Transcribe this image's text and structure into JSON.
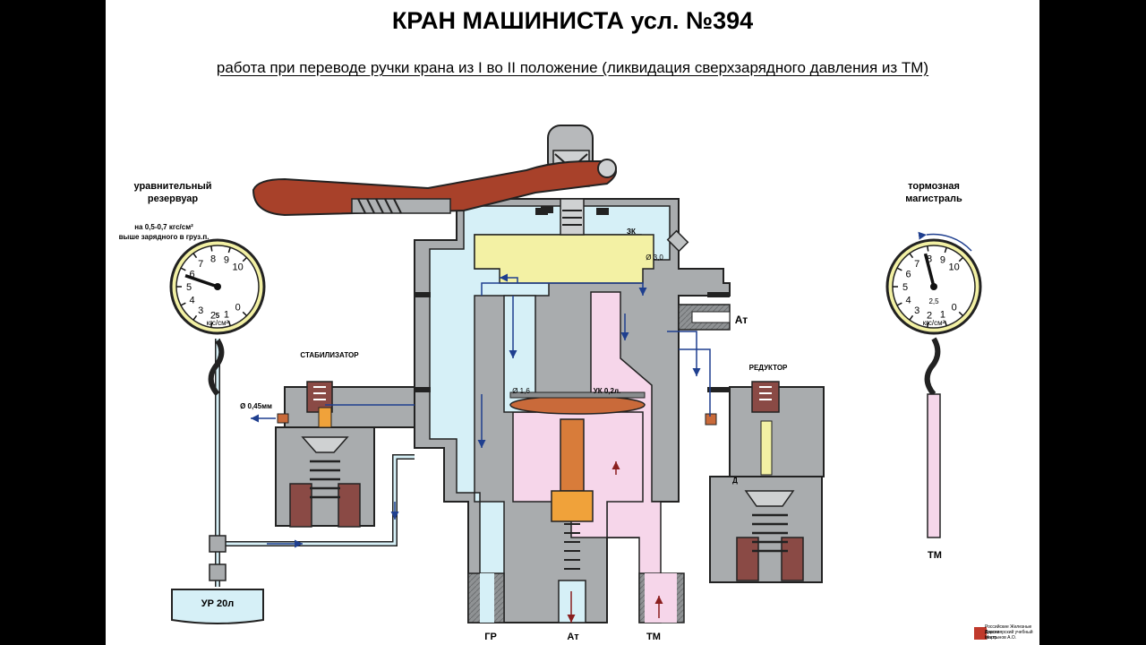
{
  "title": "КРАН МАШИНИСТА усл. №394",
  "subtitle": "работа при переводе ручки крана из I во II положение (ликвидация сверхзарядного давления из ТМ)",
  "left_gauge": {
    "title_line1": "уравнительный",
    "title_line2": "резервуар",
    "note_line1": "на 0,5-0,7 кгс/см²",
    "note_line2": "выше зарядного в груз.п.",
    "unit": "кгс/см²",
    "ticks": [
      "0",
      "1",
      "2",
      "3",
      "4",
      "5",
      "6",
      "7",
      "8",
      "9",
      "10"
    ],
    "mark": "5",
    "reading": 5.7
  },
  "right_gauge": {
    "title_line1": "тормозная",
    "title_line2": "магистраль",
    "unit": "кгс/см²",
    "ticks": [
      "0",
      "1",
      "2",
      "3",
      "4",
      "5",
      "6",
      "7",
      "8",
      "9",
      "10"
    ],
    "mark": "2,5",
    "reading": 7.8
  },
  "labels": {
    "stabilizer": "СТАБИЛИЗАТОР",
    "reducer": "РЕДУКТОР",
    "hole_045": "Ø 0,45мм",
    "zk": "ЗК",
    "d30": "Ø 3,0",
    "d16": "Ø 1,6",
    "uk": "УК 0,2л.",
    "at_right": "Ат",
    "d_label": "Д",
    "reservoir": "УР 20л",
    "tm_right": "ТМ",
    "gr": "ГР",
    "at_bottom": "Ат",
    "tm_bottom": "ТМ",
    "logo_line1": "Российские Железные Дороги",
    "logo_line2": "Красноярский учебный центр",
    "logo_line3": "Мартынов А.О.",
    "logo_mark": "РЖД"
  },
  "colors": {
    "blue_air": "#d6f0f7",
    "yellow_air": "#f3f1a4",
    "pink_air": "#f6d6ea",
    "body_gray": "#a9acae",
    "handle": "#a8412a",
    "arrow": "#1f3f8f",
    "bronze": "#c96a3a",
    "brown": "#8a4a45"
  }
}
